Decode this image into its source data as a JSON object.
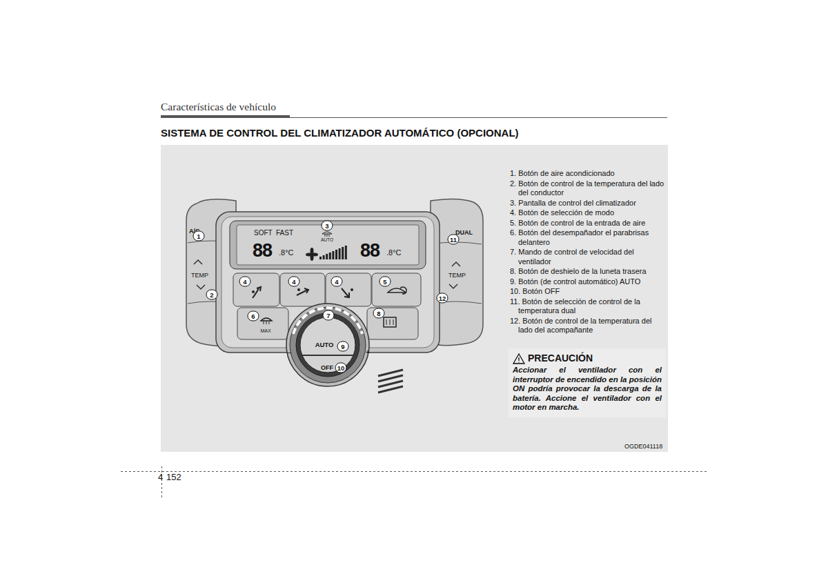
{
  "diagram": {
    "title": "SISTEMA DE CONTROL DEL CLIMATIZADOR AUTOMÁTICO (OPCIONAL)",
    "nodes": [
      {
        "text": [
          "PRECAUCIÓN",
          "Accionar el ventilador con el interruptor de encendido en la posición ON podría provocar la descarga de la batería. Accione el ventilador con el motor en marcha."
        ]
      }
    ],
    "labels": [
      "Características de vehículo",
      "1. Botón de aire acondicionado",
      "2. Botón de control de la temperatura del lado del conductor",
      "3. Pantalla de control del climatizador",
      "4. Botón de selección de modo",
      "5. Botón de control de la entrada de aire",
      "6. Botón del desempañador el parabrisas delantero",
      "7. Mando de control de velocidad del ventilador",
      "8. Botón de deshielo de la luneta trasera",
      "9. Botón (de control automático) AUTO",
      "10. Botón OFF",
      "11. Botón de selección de control de la temperatura dual",
      "12. Botón de control de la temperatura del lado del acompañante",
      "SOFT",
      "FAST",
      "AUTO",
      "88",
      ".8°C",
      "88",
      ".8°C",
      "A/C",
      "TEMP",
      "MAX",
      "AUTO",
      "OFF",
      "–",
      "+",
      "DUAL",
      "TEMP",
      "1",
      "2",
      "3",
      "4",
      "4",
      "4",
      "5",
      "6",
      "7",
      "8",
      "9",
      "10",
      "11",
      "12",
      "OGDE041118",
      "4",
      "152"
    ]
  }
}
